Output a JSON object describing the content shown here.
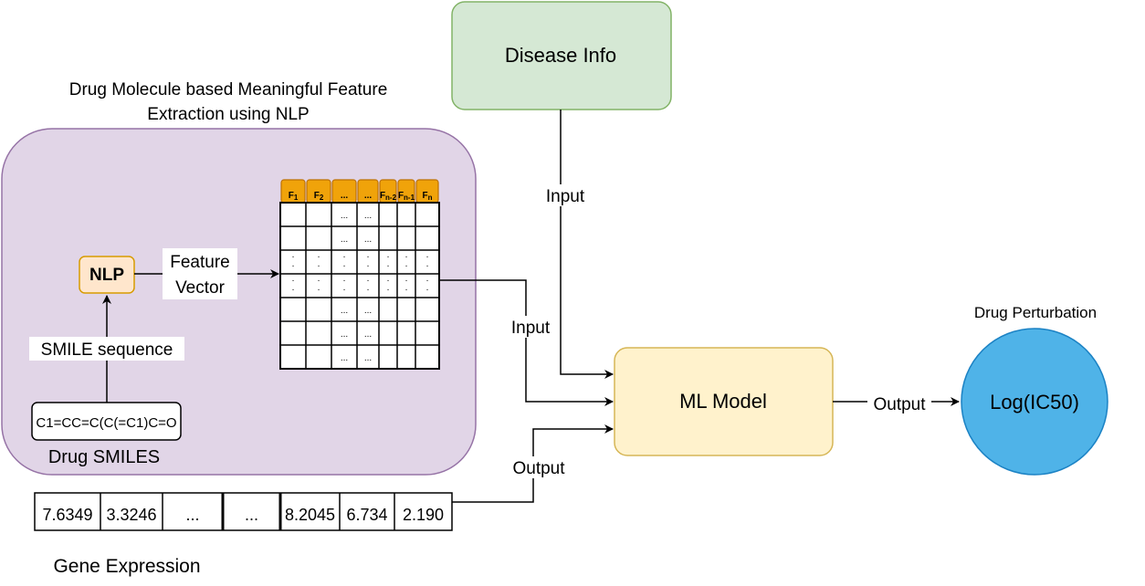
{
  "nlp_region": {
    "title_line1": "Drug Molecule based Meaningful Feature",
    "title_line2": "Extraction using NLP",
    "fill": "#e1d5e7",
    "stroke": "#9673a6"
  },
  "nlp_box": {
    "label": "NLP",
    "fill": "#ffe6cc",
    "stroke": "#d79b00"
  },
  "feature_vector_label_line1": "Feature",
  "feature_vector_label_line2": "Vector",
  "smile_sequence_label": "SMILE sequence",
  "smiles_box": {
    "text": "C1=CC=C(C(=C1)C=O"
  },
  "drug_smiles_label": "Drug SMILES",
  "feature_matrix": {
    "header_fill": "#f0a30a",
    "header_stroke": "#bd7000",
    "headers": [
      "F1",
      "F2",
      "...",
      "...",
      "Fn-2",
      "Fn-1",
      "Fn"
    ],
    "ellipsis": "...",
    "dot": "."
  },
  "disease_info": {
    "label": "Disease Info",
    "fill": "#d5e8d4",
    "stroke": "#82b366"
  },
  "ml_model": {
    "label": "ML Model",
    "fill": "#fff2cc",
    "stroke": "#d6b656"
  },
  "edge_labels": {
    "disease_input": "Input",
    "feature_input": "Input",
    "gene_output": "Output",
    "model_output": "Output"
  },
  "drug_perturbation": {
    "title": "Drug Perturbation",
    "label": "Log(IC50)",
    "fill": "#4fb3e8",
    "stroke": "#1b82c4",
    "text_color": "#ffffff"
  },
  "gene_expression": {
    "values": [
      "7.6349",
      "3.3246",
      "...",
      "...",
      "8.2045",
      "6.734",
      "2.190"
    ],
    "label": "Gene Expression"
  }
}
